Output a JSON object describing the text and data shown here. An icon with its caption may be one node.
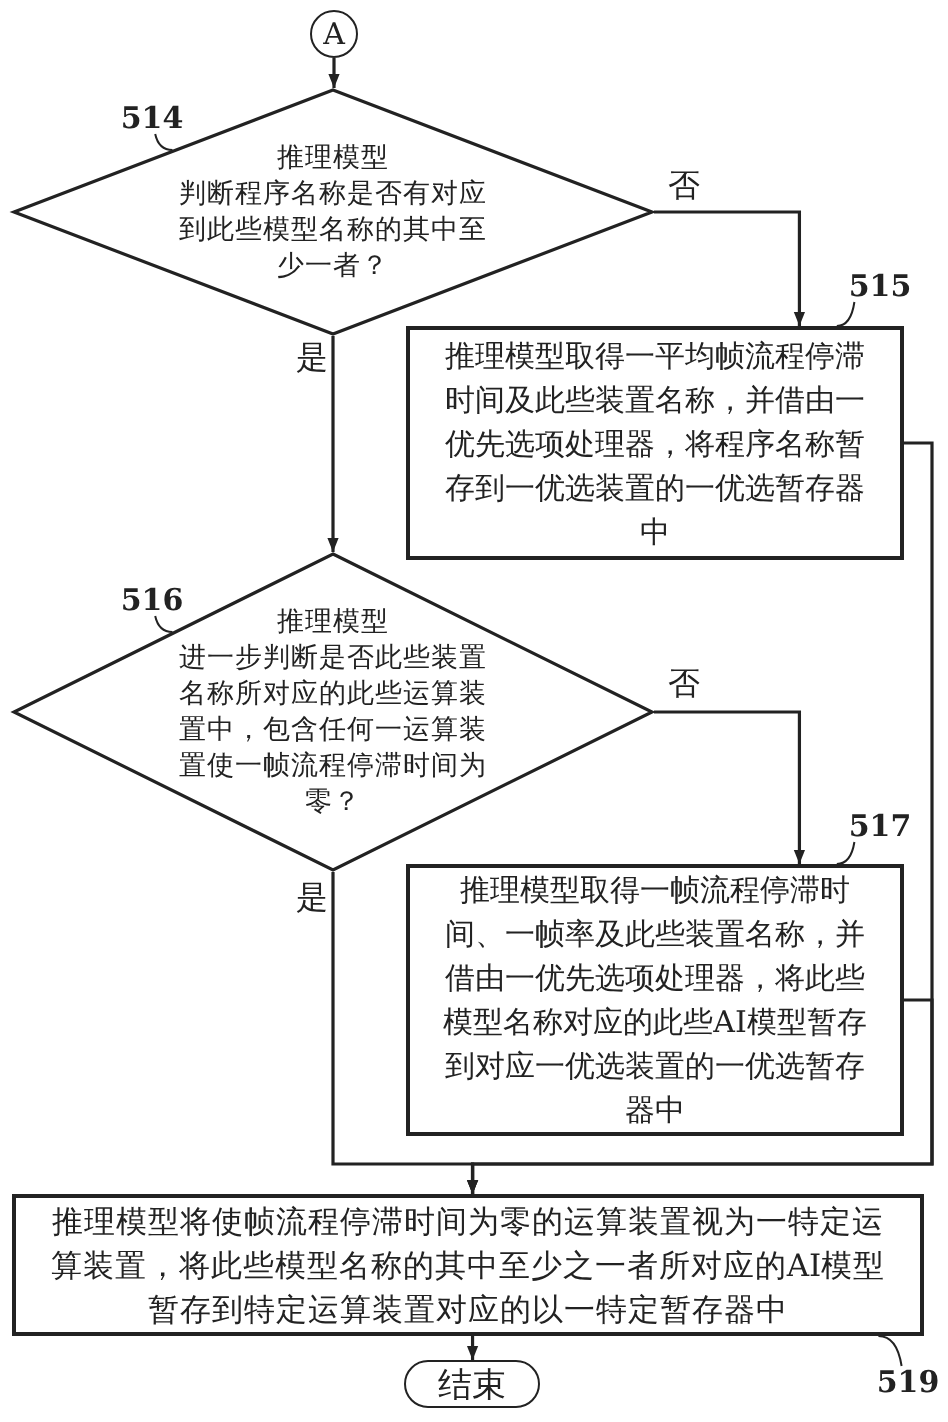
{
  "diagram": {
    "nodes": [
      {
        "text": [
          "A"
        ]
      },
      {
        "text": [
          "514"
        ]
      },
      {
        "text": [
          "推理模型",
          "判断程序名称是否有对应到此些模型名称的其中至少一者？"
        ]
      },
      {
        "text": [
          "515"
        ]
      },
      {
        "text": [
          "推理模型取得一平均帧流程停滞时间及此些装置名称，并借由一优先选项处理器，将程序名称暂存到一优选装置的一优选暂存器中"
        ]
      },
      {
        "text": [
          "516"
        ]
      },
      {
        "text": [
          "推理模型",
          "进一步判断是否此些装置名称所对应的此些运算装置中，包含任何一运算装置使一帧流程停滞时间为零？"
        ]
      },
      {
        "text": [
          "517"
        ]
      },
      {
        "text": [
          "推理模型取得一帧流程停滞时间、一帧率及此些装置名称，并借由一优先选项处理器，将此些模型名称对应的此些AI模型暂存到对应一优选装置的一优选暂存器中"
        ]
      },
      {
        "text": [
          "推理模型将使帧流程停滞时间为零的运算装置视为一特定运算装置，将此些模型名称的其中至少之一者所对应的AI模型暂存到特定运算装置对应的以一特定暂存器中"
        ]
      },
      {
        "text": [
          "519"
        ]
      },
      {
        "text": [
          "结束"
        ]
      }
    ],
    "edges": [
      {
        "from": 0,
        "to": 2,
        "arrow": "to"
      },
      {
        "from": 1,
        "to": 2,
        "arrow": "none"
      },
      {
        "from": 2,
        "to": 4,
        "arrow": "to",
        "label": "否"
      },
      {
        "from": 2,
        "to": 6,
        "arrow": "to",
        "label": "是"
      },
      {
        "from": 3,
        "to": 4,
        "arrow": "none"
      },
      {
        "from": 4,
        "to": 9,
        "arrow": "to"
      },
      {
        "from": 5,
        "to": 6,
        "arrow": "none"
      },
      {
        "from": 6,
        "to": 8,
        "arrow": "to",
        "label": "否"
      },
      {
        "from": 6,
        "to": 9,
        "arrow": "to",
        "label": "是"
      },
      {
        "from": 7,
        "to": 8,
        "arrow": "none"
      },
      {
        "from": 8,
        "to": 9,
        "arrow": "to"
      },
      {
        "from": 10,
        "to": 9,
        "arrow": "none"
      },
      {
        "from": 9,
        "to": 11,
        "arrow": "to"
      }
    ]
  }
}
